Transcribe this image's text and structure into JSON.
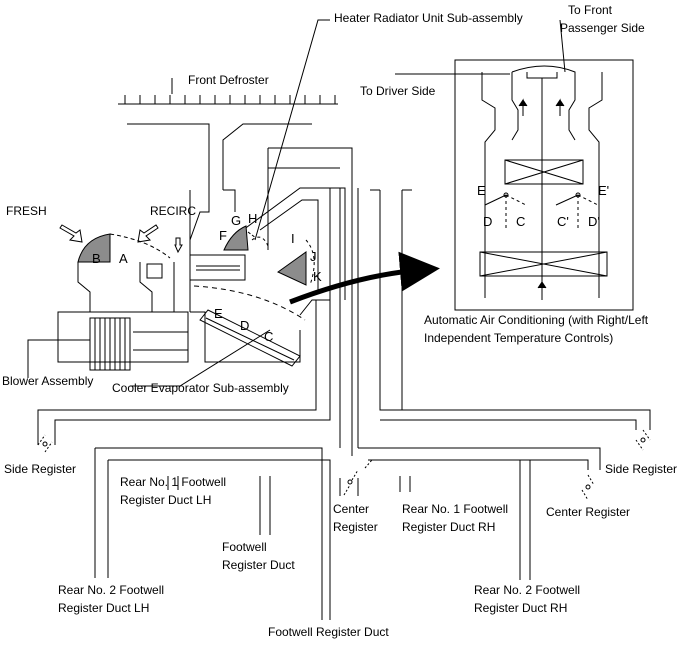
{
  "labels": {
    "heater_radiator": "Heater Radiator Unit Sub-assembly",
    "to_front_passenger_line1": "To Front",
    "to_front_passenger_line2": "Passenger Side",
    "front_defroster": "Front Defroster",
    "to_driver_side": "To Driver Side",
    "fresh": "FRESH",
    "recirc": "RECIRC",
    "auto_ac_line1": "Automatic Air Conditioning (with Right/Left",
    "auto_ac_line2": "Independent Temperature Controls)",
    "blower_assembly": "Blower Assembly",
    "cooler_evaporator": "Cooler Evaporator Sub-assembly",
    "side_register_left": "Side Register",
    "side_register_right": "Side Register",
    "rear1_lh_line1": "Rear No. 1 Footwell",
    "rear1_lh_line2": "Register Duct LH",
    "rear1_rh_line1": "Rear No. 1 Footwell",
    "rear1_rh_line2": "Register Duct RH",
    "center_register_left_line1": "Center",
    "center_register_left_line2": "Register",
    "center_register_right": "Center Register",
    "footwell_duct_line1": "Footwell",
    "footwell_duct_line2": "Register Duct",
    "rear2_lh_line1": "Rear No. 2 Footwell",
    "rear2_lh_line2": "Register Duct LH",
    "rear2_rh_line1": "Rear No. 2 Footwell",
    "rear2_rh_line2": "Register Duct RH",
    "footwell_register_duct": "Footwell Register Duct"
  },
  "damper_letters": {
    "a": "A",
    "b": "B",
    "c": "C",
    "d": "D",
    "e": "E",
    "f": "F",
    "g": "G",
    "h": "H",
    "i": "I",
    "j": "J",
    "k": "K"
  },
  "inset_letters": {
    "e": "E",
    "d": "D",
    "c": "C",
    "e_prime": "E'",
    "c_prime": "C'",
    "d_prime": "D'"
  },
  "colors": {
    "line": "#000000",
    "shade": "#8c8c8c",
    "background": "#ffffff"
  }
}
